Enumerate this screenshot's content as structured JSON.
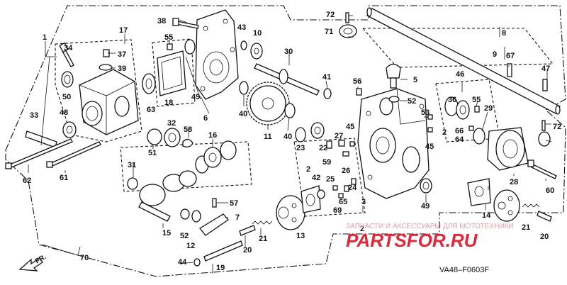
{
  "diagram": {
    "code": "VA48–F0603F",
    "direction_label": "FR.",
    "watermark_top": "ЗАПЧАСТИ И АКСЕССУАРЫ ДЛЯ МОТОТЕХНИКИ",
    "watermark_brand": "PARTSFOR.RU",
    "watermark_color": "#e0283c",
    "labels": {
      "p1": "1",
      "p2": "2",
      "p3": "3",
      "p5": "5",
      "p6": "6",
      "p7": "7",
      "p8": "8",
      "p9": "9",
      "p10": "10",
      "p11": "11",
      "p12": "12",
      "p13": "13",
      "p14": "14",
      "p15": "15",
      "p16": "16",
      "p17": "17",
      "p18": "18",
      "p19": "19",
      "p20a": "20",
      "p20b": "20",
      "p21a": "21",
      "p21b": "21",
      "p22": "22",
      "p23": "23",
      "p24": "24",
      "p25": "25",
      "p26": "26",
      "p27": "27",
      "p28": "28",
      "p29": "29",
      "p30": "30",
      "p31": "31",
      "p32": "32",
      "p33": "33",
      "p34": "34",
      "p36": "36",
      "p37": "37",
      "p38": "38",
      "p39": "39",
      "p40a": "40",
      "p40b": "40",
      "p41": "41",
      "p42": "42",
      "p43": "43",
      "p44": "44",
      "p45a": "45",
      "p45b": "45",
      "p46": "46",
      "p47": "47",
      "p48": "48",
      "p49a": "49",
      "p49b": "49",
      "p50": "50",
      "p51": "51",
      "p52a": "52",
      "p52b": "52",
      "p53": "53",
      "p55a": "55",
      "p55b": "55",
      "p56": "56",
      "p57": "57",
      "p58": "58",
      "p59": "59",
      "p60": "60",
      "p61": "61",
      "p62": "62",
      "p63": "63",
      "p64": "64",
      "p65": "65",
      "p66": "66",
      "p67": "67",
      "p69": "69",
      "p70": "70",
      "p71": "71",
      "p72a": "72",
      "p72b": "72",
      "p2dash1": "2",
      "p2dash2": "2"
    }
  }
}
